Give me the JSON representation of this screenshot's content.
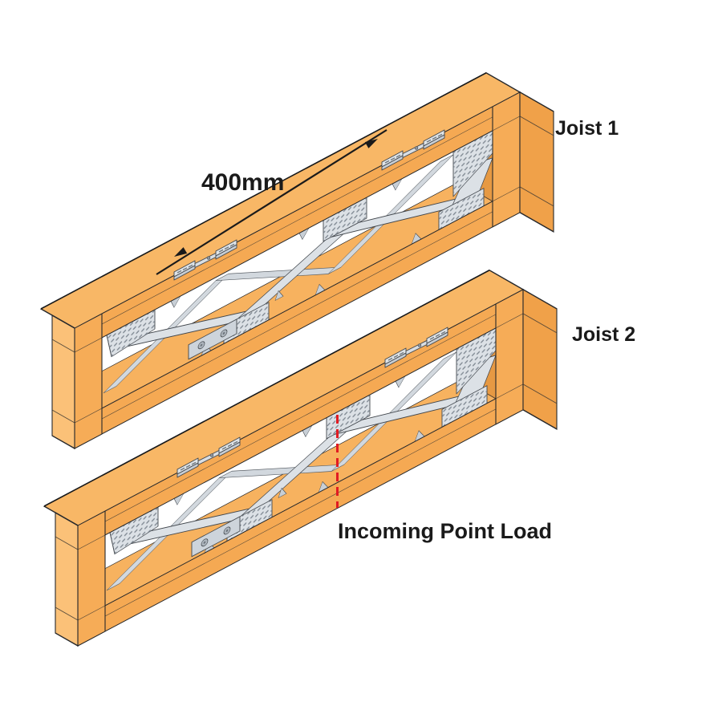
{
  "labels": {
    "joist1": "Joist 1",
    "joist2": "Joist 2",
    "dimension": "400mm",
    "annotation": "Incoming Point Load"
  },
  "diagram": {
    "type": "isometric-technical-illustration",
    "subject": "Two parallel open metal-web timber joists with top-chord clips",
    "joists": [
      {
        "name": "Joist 1",
        "clip_assemblies": 2
      },
      {
        "name": "Joist 2",
        "clip_assemblies": 2
      }
    ],
    "dimension": {
      "value": "400mm",
      "measures": "spacing between clip positions along Joist 1 top chord"
    },
    "point_load": {
      "label": "Incoming Point Load",
      "marker": "red dashed vertical line on Joist 2"
    }
  },
  "colors": {
    "paper": "#FFFFFF",
    "timber": "#F5A953",
    "timber-top": "#F8B766",
    "timber-post": "#F6AC57",
    "timber-cap": "#FBC178",
    "timber-end": "#E69943",
    "timber-end2": "#F0A149",
    "timber-far": "#F1A54E",
    "timber-far-top": "#F7B25F",
    "metal": "#DCE1E6",
    "metal-far": "#D2D8DE",
    "metal-shade": "#C7CED5",
    "metal-line": "#41464C",
    "slot": "#7E8791",
    "line": "#26282B",
    "line2": "#3F3A33",
    "text": "#1A1A1A",
    "red": "#E11B22"
  }
}
